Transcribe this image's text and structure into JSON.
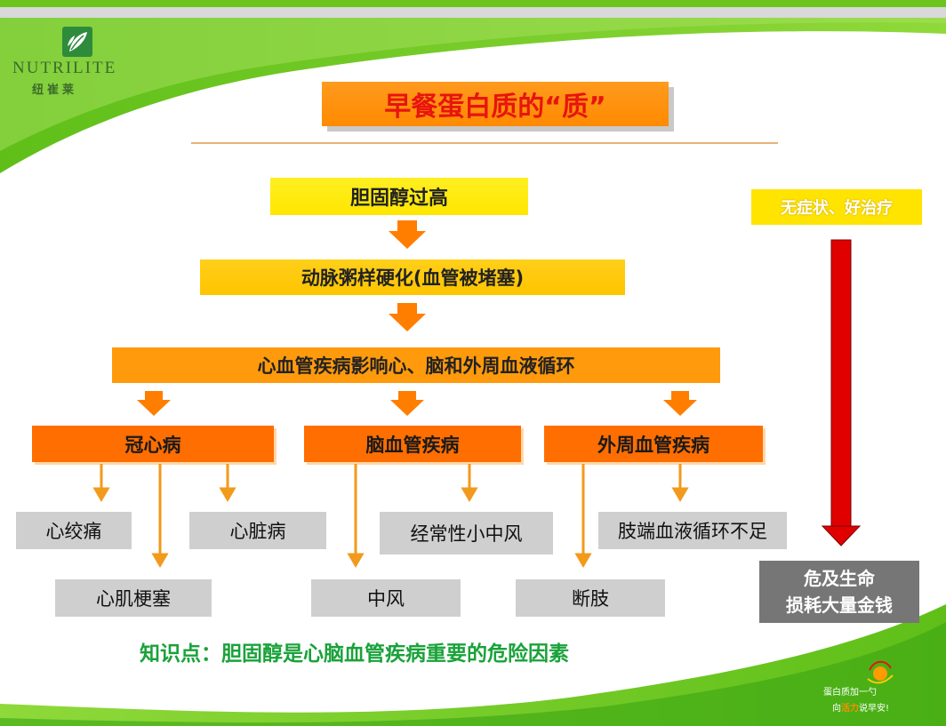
{
  "brand": {
    "name_en": "NUTRILITE",
    "name_cn": "纽崔莱",
    "logo_icon": "leaf-icon"
  },
  "slide": {
    "title": "早餐蛋白质的“质”",
    "flow": {
      "step1": "胆固醇过高",
      "step2": "动脉粥样硬化(血管被堵塞)",
      "step3": "心血管疾病影响心、脑和外周血液循环"
    },
    "categories": [
      {
        "label": "冠心病",
        "items": [
          "心绞痛",
          "心脏病",
          "心肌梗塞"
        ]
      },
      {
        "label": "脑血管疾病",
        "items": [
          "经常性小中风",
          "中风"
        ]
      },
      {
        "label": "外周血管疾病",
        "items": [
          "肢端血液循环不足",
          "断肢"
        ]
      }
    ],
    "side": {
      "top_label": "无症状、好治疗",
      "bottom_line1": "危及生命",
      "bottom_line2": "损耗大量金钱"
    },
    "knowledge_point": "知识点：胆固醇是心脑血管疾病重要的危险因素"
  },
  "footer": {
    "line1": "蛋白质加一勺",
    "line2_pre": "向",
    "line2_highlight": "活力",
    "line2_post": "说早安!"
  },
  "colors": {
    "title_text": "#e8140e",
    "title_bg": "#ff9a1e",
    "yellow": "#ffe600",
    "amber": "#ffc400",
    "orange": "#ff9a0d",
    "deep_orange": "#ff6e00",
    "arrow_red": "#e00000",
    "knowledge_green": "#19a23a",
    "brand_green": "#6cc51e"
  }
}
